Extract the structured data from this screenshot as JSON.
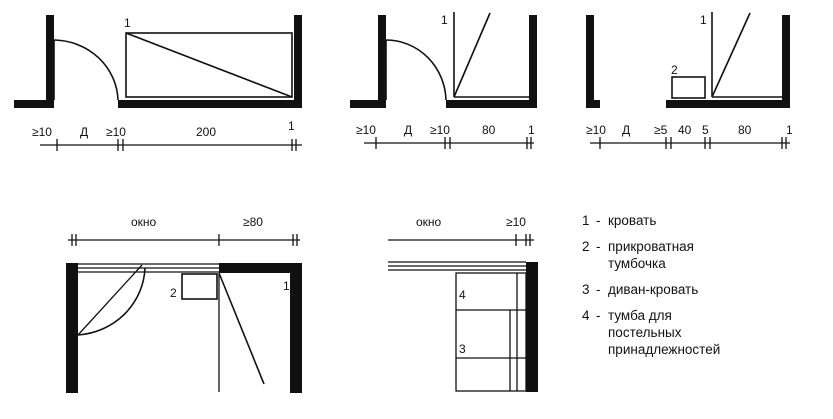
{
  "dims": {
    "ge10": "≥10",
    "door": "Д",
    "bed_len": "200",
    "w80": "80",
    "ge5": "≥5",
    "w40": "40",
    "n5": "5",
    "ge80": "≥80",
    "window": "окно",
    "ref1": "1"
  },
  "markers": {
    "m1": "1",
    "m2": "2",
    "m3": "3",
    "m4": "4"
  },
  "legend": [
    {
      "key": "1",
      "text": "кровать"
    },
    {
      "key": "2",
      "text": "прикроватная\nтумбочка"
    },
    {
      "key": "3",
      "text": "диван-кровать"
    },
    {
      "key": "4",
      "text": "тумба для\nпостельных\nпринадлежностей"
    }
  ]
}
